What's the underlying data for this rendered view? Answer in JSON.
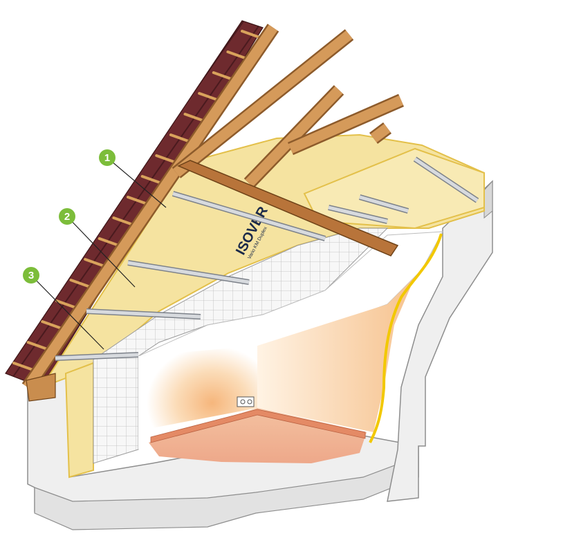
{
  "diagram": {
    "callouts": [
      {
        "label": "1"
      },
      {
        "label": "2"
      },
      {
        "label": "3"
      }
    ],
    "membrane_brand": {
      "logo": "ISOVER",
      "subtext": "Vario KM Duplex"
    },
    "colors": {
      "concrete": "#eeeeee",
      "concrete_edge": "#9a9a9a",
      "roof_tile": "#6e2a2e",
      "timber": "#c98d4e",
      "timber_dark": "#8d5b2b",
      "insulation": "#f5e3a0",
      "insulation_edge": "#e3c04a",
      "membrane": "#f4f4f4",
      "steel_profile": "#c9ccd2",
      "plaster_board": "#ffffff",
      "warm_light": "#f7c99a",
      "floor": "#f0b28c",
      "callout_green": "#7cbd3a",
      "yellow_seal": "#f2c800"
    }
  }
}
